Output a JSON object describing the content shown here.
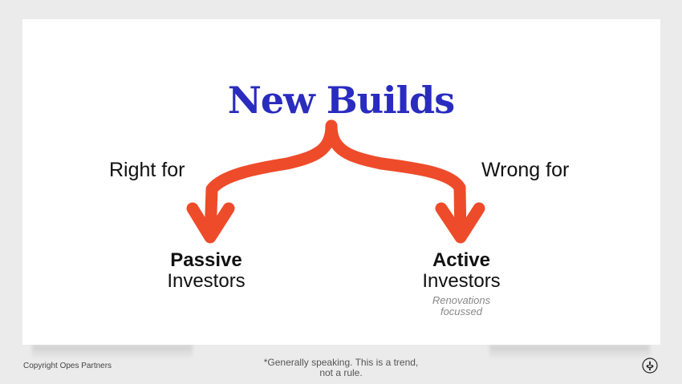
{
  "title": "New Builds",
  "left_branch": {
    "label": "Right for",
    "bold": "Passive",
    "regular": "Investors"
  },
  "right_branch": {
    "label": "Wrong for",
    "bold": "Active",
    "regular": "Investors",
    "note_line1": "Renovations",
    "note_line2": "focussed"
  },
  "footer": {
    "copyright": "Copyright Opes Partners",
    "footnote_line1": "*Generally speaking. This is a trend,",
    "footnote_line2": "not a rule."
  },
  "colors": {
    "title": "#2a2bbf",
    "arrow": "#ee4b2b",
    "text": "#111111",
    "note": "#888888",
    "background": "#ebebeb",
    "slide": "#ffffff"
  },
  "icons": {
    "logo": "fleur-de-lis-icon"
  }
}
